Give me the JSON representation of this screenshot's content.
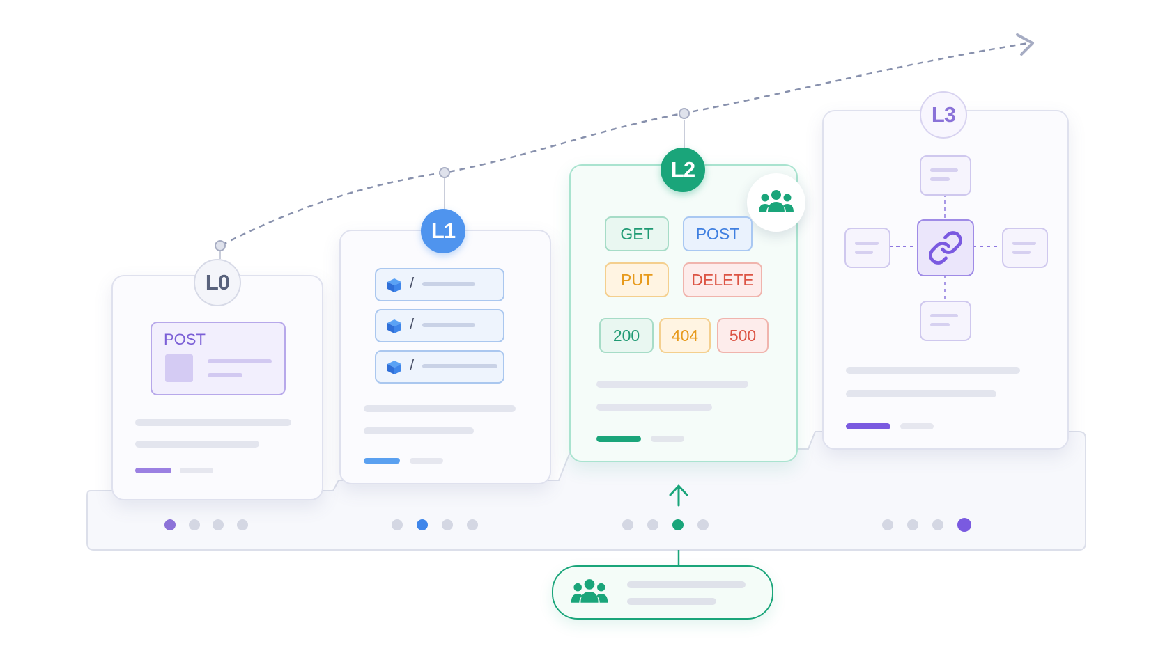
{
  "levels": {
    "l0": {
      "badge": "L0",
      "request_method": "POST"
    },
    "l1": {
      "badge": "L1",
      "route_prefix": "/"
    },
    "l2": {
      "badge": "L2",
      "methods": [
        "GET",
        "POST",
        "PUT",
        "DELETE"
      ],
      "status_codes": [
        "200",
        "404",
        "500"
      ]
    },
    "l3": {
      "badge": "L3"
    }
  },
  "icons": {
    "resource": "cube-icon",
    "team": "team-icon",
    "link": "link-icon",
    "progress_arrow": "arrow-right-icon",
    "up_arrow": "arrow-up-icon"
  },
  "pagination": {
    "dots_per_group": 4,
    "active_index": [
      0,
      1,
      2,
      3
    ]
  },
  "colors": {
    "l0_accent": "#8c72d8",
    "l1_accent": "#4f94ee",
    "l2_accent": "#1aa57a",
    "l3_accent": "#7a5ae0",
    "get": "#1f9a73",
    "post": "#3f7fe0",
    "put": "#e79a1c",
    "delete": "#dc5444"
  }
}
